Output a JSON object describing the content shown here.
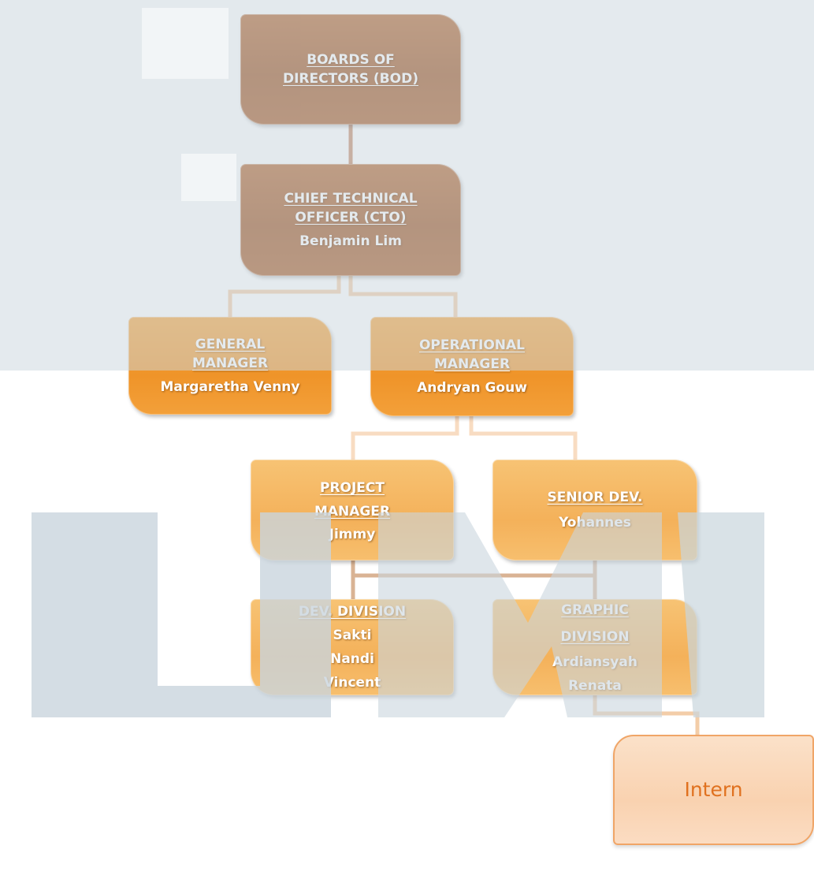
{
  "nodes": {
    "bod": {
      "title": "BOARDS OF DIRECTORS (BOD)",
      "names": []
    },
    "cto": {
      "title": "CHIEF TECHNICAL OFFICER (CTO)",
      "names": [
        "Benjamin Lim"
      ]
    },
    "gm": {
      "title": "GENERAL MANAGER",
      "names": [
        "Margaretha Venny"
      ]
    },
    "om": {
      "title": "OPERATIONAL MANAGER",
      "names": [
        "Andryan Gouw"
      ]
    },
    "pm": {
      "title": "PROJECT MANAGER",
      "names": [
        "Jimmy"
      ]
    },
    "sd": {
      "title": "SENIOR DEV.",
      "names": [
        "Yohannes"
      ]
    },
    "dev": {
      "title": "DEV. DIVISION",
      "names": [
        "Sakti",
        "Nandi",
        "Vincent"
      ]
    },
    "gfx": {
      "title": "GRAPHIC DIVISION",
      "names": [
        "Ardiansyah",
        "Renata"
      ]
    },
    "intern": {
      "title": "Intern",
      "names": []
    }
  },
  "colors": {
    "executive": "#a65a25",
    "manager": "#f29a33",
    "staff": "#f5b862",
    "intern_fill": "#fad6b8",
    "intern_text": "#e0711f",
    "connector_dark": "#c48a68",
    "connector_light": "#f3cda8",
    "watermark": "#c9d5dd"
  }
}
